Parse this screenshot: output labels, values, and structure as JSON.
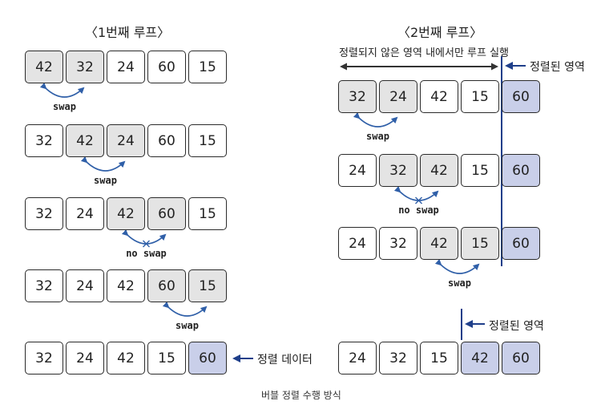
{
  "titles": {
    "loop1": "〈1번째 루프〉",
    "loop2": "〈2번째 루프〉"
  },
  "loop1_rows": [
    {
      "values": [
        "42",
        "32",
        "24",
        "60",
        "15"
      ],
      "compared": [
        0,
        1
      ],
      "sorted": [],
      "label": "swap"
    },
    {
      "values": [
        "32",
        "42",
        "24",
        "60",
        "15"
      ],
      "compared": [
        1,
        2
      ],
      "sorted": [],
      "label": "swap"
    },
    {
      "values": [
        "32",
        "24",
        "42",
        "60",
        "15"
      ],
      "compared": [
        2,
        3
      ],
      "sorted": [],
      "label": "no swap"
    },
    {
      "values": [
        "32",
        "24",
        "42",
        "60",
        "15"
      ],
      "compared": [
        3,
        4
      ],
      "sorted": [],
      "label": "swap"
    },
    {
      "values": [
        "32",
        "24",
        "42",
        "15",
        "60"
      ],
      "compared": [],
      "sorted": [
        4
      ],
      "label": ""
    }
  ],
  "loop2_rows": [
    {
      "values": [
        "32",
        "24",
        "42",
        "15",
        "60"
      ],
      "compared": [
        0,
        1
      ],
      "sorted": [
        4
      ],
      "label": "swap"
    },
    {
      "values": [
        "24",
        "32",
        "42",
        "15",
        "60"
      ],
      "compared": [
        1,
        2
      ],
      "sorted": [
        4
      ],
      "label": "no swap"
    },
    {
      "values": [
        "24",
        "32",
        "42",
        "15",
        "60"
      ],
      "compared": [
        2,
        3
      ],
      "sorted": [
        4
      ],
      "label": "swap"
    },
    {
      "values": [
        "24",
        "32",
        "15",
        "42",
        "60"
      ],
      "compared": [],
      "sorted": [
        3,
        4
      ],
      "label": ""
    }
  ],
  "annotations": {
    "unsorted_range": "정렬되지 않은 영역 내에서만 루프 실행",
    "sorted_region": "정렬된 영역",
    "sorted_region_final": "정렬된 영역",
    "sorted_data": "정렬 데이터"
  },
  "caption": "버블 정렬 수행 방식",
  "colors": {
    "compared": "#e4e4e4",
    "sorted": "#c9cfe9",
    "arc": "#2f5fa8",
    "divider": "#1f3f8a"
  }
}
